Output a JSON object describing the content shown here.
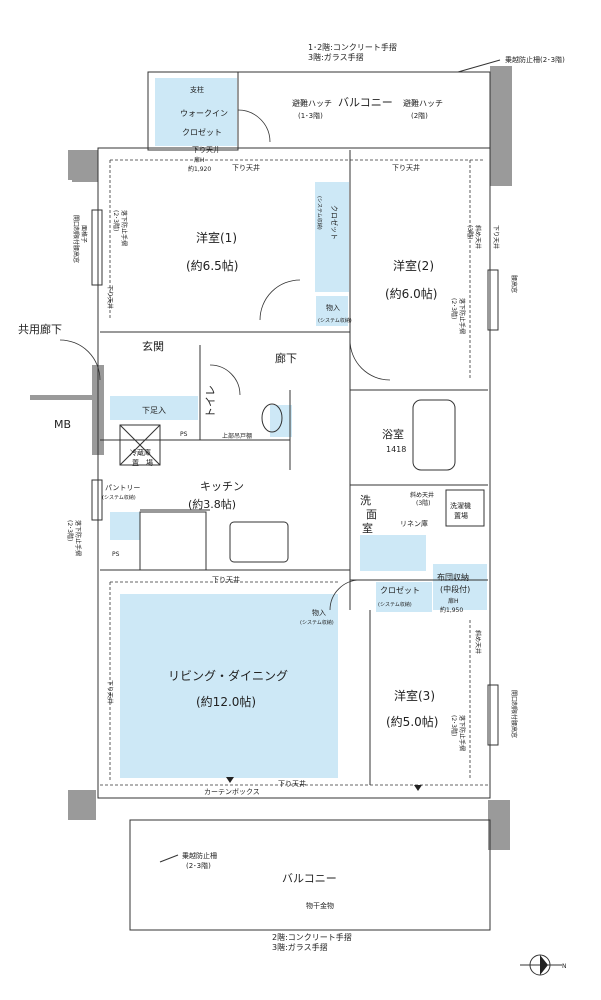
{
  "notes": {
    "top_railing": "1･2階:コンクリート手摺",
    "top_railing_3f": "3階:ガラス手摺",
    "top_fence": "乗越防止柵(2･3階)",
    "bottom_railing": "2階:コンクリート手摺",
    "bottom_railing_3f": "3階:ガラス手摺"
  },
  "rooms": {
    "balcony_top": "バルコニー",
    "hatch_left": "避難ハッチ",
    "hatch_left_sub": "(1･3階)",
    "hatch_right": "避難ハッチ",
    "hatch_right_sub": "(2階)",
    "walkin": "ウォークイン",
    "walkin2": "クロゼット",
    "post": "支柱",
    "room1": "洋室(1)",
    "room1_size": "(約6.5帖)",
    "room2": "洋室(2)",
    "room2_size": "(約6.0帖)",
    "closet": "クロゼット",
    "closet_sub": "(システム収納)",
    "storage": "物入",
    "storage_sub": "(システム収納)",
    "entrance": "玄関",
    "hall": "廊下",
    "common_hall": "共用廊下",
    "mb": "MB",
    "toilet": "トイレ",
    "shoe": "下足入",
    "upper_shelf": "上部吊戸棚",
    "bath": "浴室",
    "bath_size": "1418",
    "fridge": "冷蔵庫",
    "fridge2": "置　場",
    "kitchen": "キッチン",
    "kitchen_size": "(約3.8帖)",
    "pantry": "パントリー",
    "pantry_sub": "(システム収納)",
    "wash": "洗",
    "wash2": "面",
    "wash3": "室",
    "linen": "リネン庫",
    "washer": "洗濯機",
    "washer2": "置場",
    "closet2": "クロゼット",
    "closet2_sub": "(システム収納)",
    "futon": "布団収納",
    "futon_sub": "(中段付)",
    "futon_h": "扉H",
    "futon_h2": "約1,950",
    "storage2": "物入",
    "storage2_sub": "(システム収納)",
    "living": "リビング・ダイニング",
    "living_size": "(約12.0帖)",
    "room3": "洋室(3)",
    "room3_size": "(約5.0帖)",
    "curtain": "カーテンボックス",
    "balcony_bottom": "バルコニー",
    "hanger": "物干金物",
    "fence_bottom": "乗越防止柵",
    "fence_bottom_sub": "(2･3階)"
  },
  "annotations": {
    "ceiling_down": "下り天井",
    "door_h": "扉H",
    "door_h_val": "約1,920",
    "skylight": "面格子",
    "sloped": "斜め天井",
    "sloped_3f": "(3階)",
    "fall_rail": "落下防止手摺",
    "fall_rail_23": "(2･3階)",
    "window_limit": "開口制限付腰高窓",
    "window_hi": "腰高窓",
    "ps": "PS",
    "ps2": "PS"
  }
}
